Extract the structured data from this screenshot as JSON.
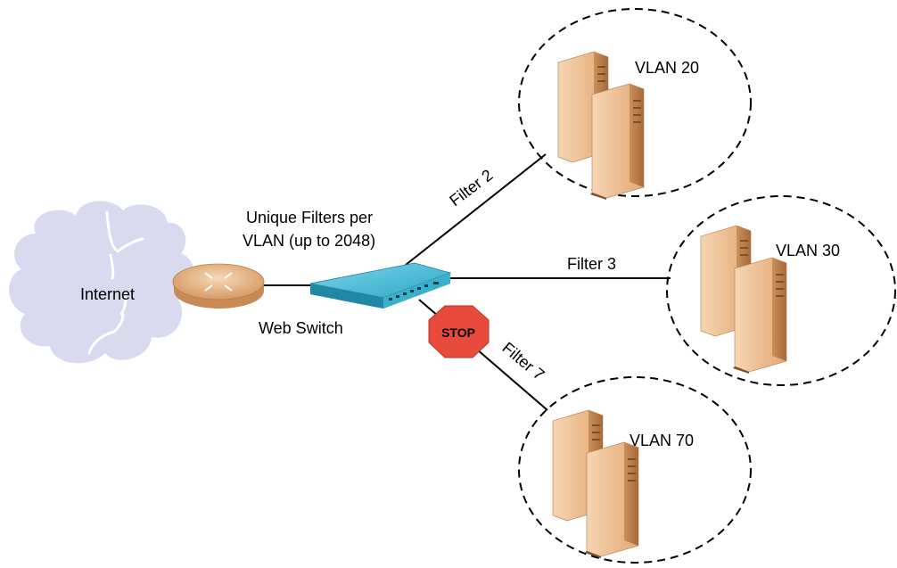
{
  "nodes": {
    "internet": {
      "label": "Internet"
    },
    "switch": {
      "label": "Web Switch",
      "caption_line1": "Unique Filters per",
      "caption_line2": "VLAN (up to 2048)"
    },
    "vlans": [
      {
        "label": "VLAN 20"
      },
      {
        "label": "VLAN 30"
      },
      {
        "label": "VLAN 70"
      }
    ],
    "stop_sign": {
      "label": "STOP"
    }
  },
  "links": [
    {
      "label": "Filter 2"
    },
    {
      "label": "Filter 3"
    },
    {
      "label": "Filter 7"
    }
  ],
  "colors": {
    "cloud": "#d9d9f0",
    "cloud_line": "#ffffff",
    "router": "#e8b98e",
    "switch": "#3fb6d3",
    "server": "#f2c9a0",
    "server_dark": "#c98f5a",
    "stop": "#e84b3c",
    "line": "#000000"
  }
}
